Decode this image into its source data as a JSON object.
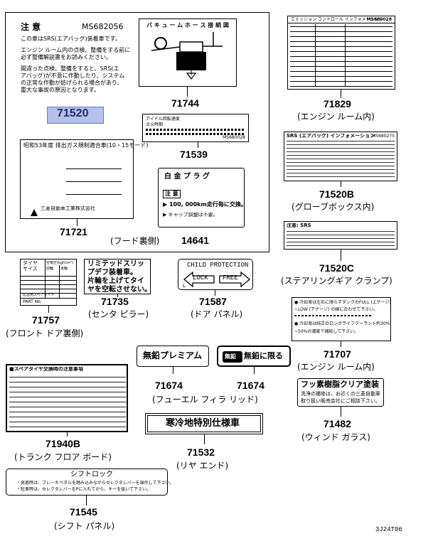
{
  "parts": {
    "p71520": "71520",
    "p71744": "71744",
    "p71829": "71829",
    "p71539": "71539",
    "p71520b": "71520B",
    "p71721": "71721",
    "p14641": "14641",
    "p71520c": "71520C",
    "p71735": "71735",
    "p71587": "71587",
    "p71757": "71757",
    "p71707": "71707",
    "p71674a": "71674",
    "p71674b": "71674",
    "p71940b": "71940B",
    "p71482": "71482",
    "p71532": "71532",
    "p71545": "71545"
  },
  "captions": {
    "engine_room": "(エンジン ルーム内)",
    "glove_box": "(グローブボックス内)",
    "hood_underside": "(フード裏側)",
    "steering_gear_clamp": "(ステアリングギア クランプ)",
    "center_pillar": "(センタ ピラー)",
    "door_panel": "(ドア パネル)",
    "front_door_side": "(フロント ドア裏側)",
    "engine_room_2": "(エンジン ルーム内)",
    "fuel_filler_lid": "(フューエル フィラ リッド)",
    "trunk_floor_board": "(トランク フロア ボード)",
    "window_glass": "(ウィンド ガラス)",
    "rear_end": "(リヤ エンド)",
    "shift_panel": "(シフト パネル)"
  },
  "labels": {
    "caution_title": "注 意",
    "caution_code": "MS682056",
    "caution_line1": "この車はSRS(エアバッグ)装着車です。",
    "caution_line2": "エンジン ルーム内の点検、整備をする前に",
    "caution_line3": "必ず整備解説書をお読みください。",
    "caution_line4": "間違った点検、整備をすると、SRS(エ",
    "caution_line5": "アバッグ)が不意に作動したり、システム",
    "caution_line6": "の正常な作動が妨げられる場合があり、",
    "caution_line7": "重大な事故の原因となります。",
    "vacuum_title": "バ キ ュ ー ム ホ ー ス 接 続 図",
    "spark_title": "白 金 プ ラ グ",
    "spark_note": "注 意",
    "spark_line1": "▶ 100, 000km走行毎に交換。",
    "spark_line2": "▶ ギャップ調整は不要。",
    "emission_title": "昭和53年度 排出ガス規制適合車(10・15モード)",
    "emission_maker": "三菱自動車工業株式会社",
    "idle_line1": "アイドル回転速度",
    "idle_line2": "点火時期",
    "idle_code": "MS680028",
    "srs_info_title": "SRS (エアバッグ) インフォメーション",
    "srs_info_code": "MS680275",
    "steer_title": "注意: SRS",
    "limited_slip": "リミテッドスリップデフ装着車。片輪を上げてタイヤを空転させない。",
    "limited_slip_lines": [
      "リミテッドスリッ",
      "プデフ装着車。",
      "片輪を上げてタイ",
      "ヤを空転させない。"
    ],
    "child_protection": "CHILD PROTECTION",
    "lock": "LOCK",
    "free": "FREE",
    "door_l": "L",
    "tire_title1": "タイヤ",
    "tire_title2": "サイズ",
    "tire_col1": "空気圧(kgf/cm²)",
    "tire_col2": "前輪",
    "tire_col3": "後輪",
    "tire_spare": "応急用スペアタイヤ",
    "part_no": "PART No.",
    "fuel_tank_line1": "● 冷却液は左右に限らずタンクのFULL (上ゲージ)",
    "fuel_tank_line2": "~LOW (下ゲージ) の線に合わせて下さい。",
    "fuel_tank_line3": "● 冷却液は純正のロングライフクーラント約30%",
    "fuel_tank_line4": "~50%の濃度で補給して下さい。",
    "premium": "無鉛プレミアム",
    "unleaded_tag": "無鉛",
    "unleaded": "無鉛に限る",
    "jack_title": "■スペアタイヤ交換時の注意事項",
    "fluoro_title": "フッ素樹脂クリア塗装",
    "fluoro_line1": "洗浄の補修は、お近くの三菱自動車",
    "fluoro_line2": "取り扱い販売会社にご相談下さい。",
    "cold_region": "寒冷地特別仕様車",
    "shift_lock_title": "シフトロック",
    "shift_lock_line1": "・発進時は、ブレーキペダルを踏み込みながらセレクタレバーを操作して下さい。",
    "shift_lock_line2": "・駐車時は、セレクタレバーをPに入れてから、キーを抜いて下さい。",
    "vin_title": "エミッション コントロール インフォメーション",
    "vin_code": "MS680028"
  },
  "footer_code": "3J24T06"
}
